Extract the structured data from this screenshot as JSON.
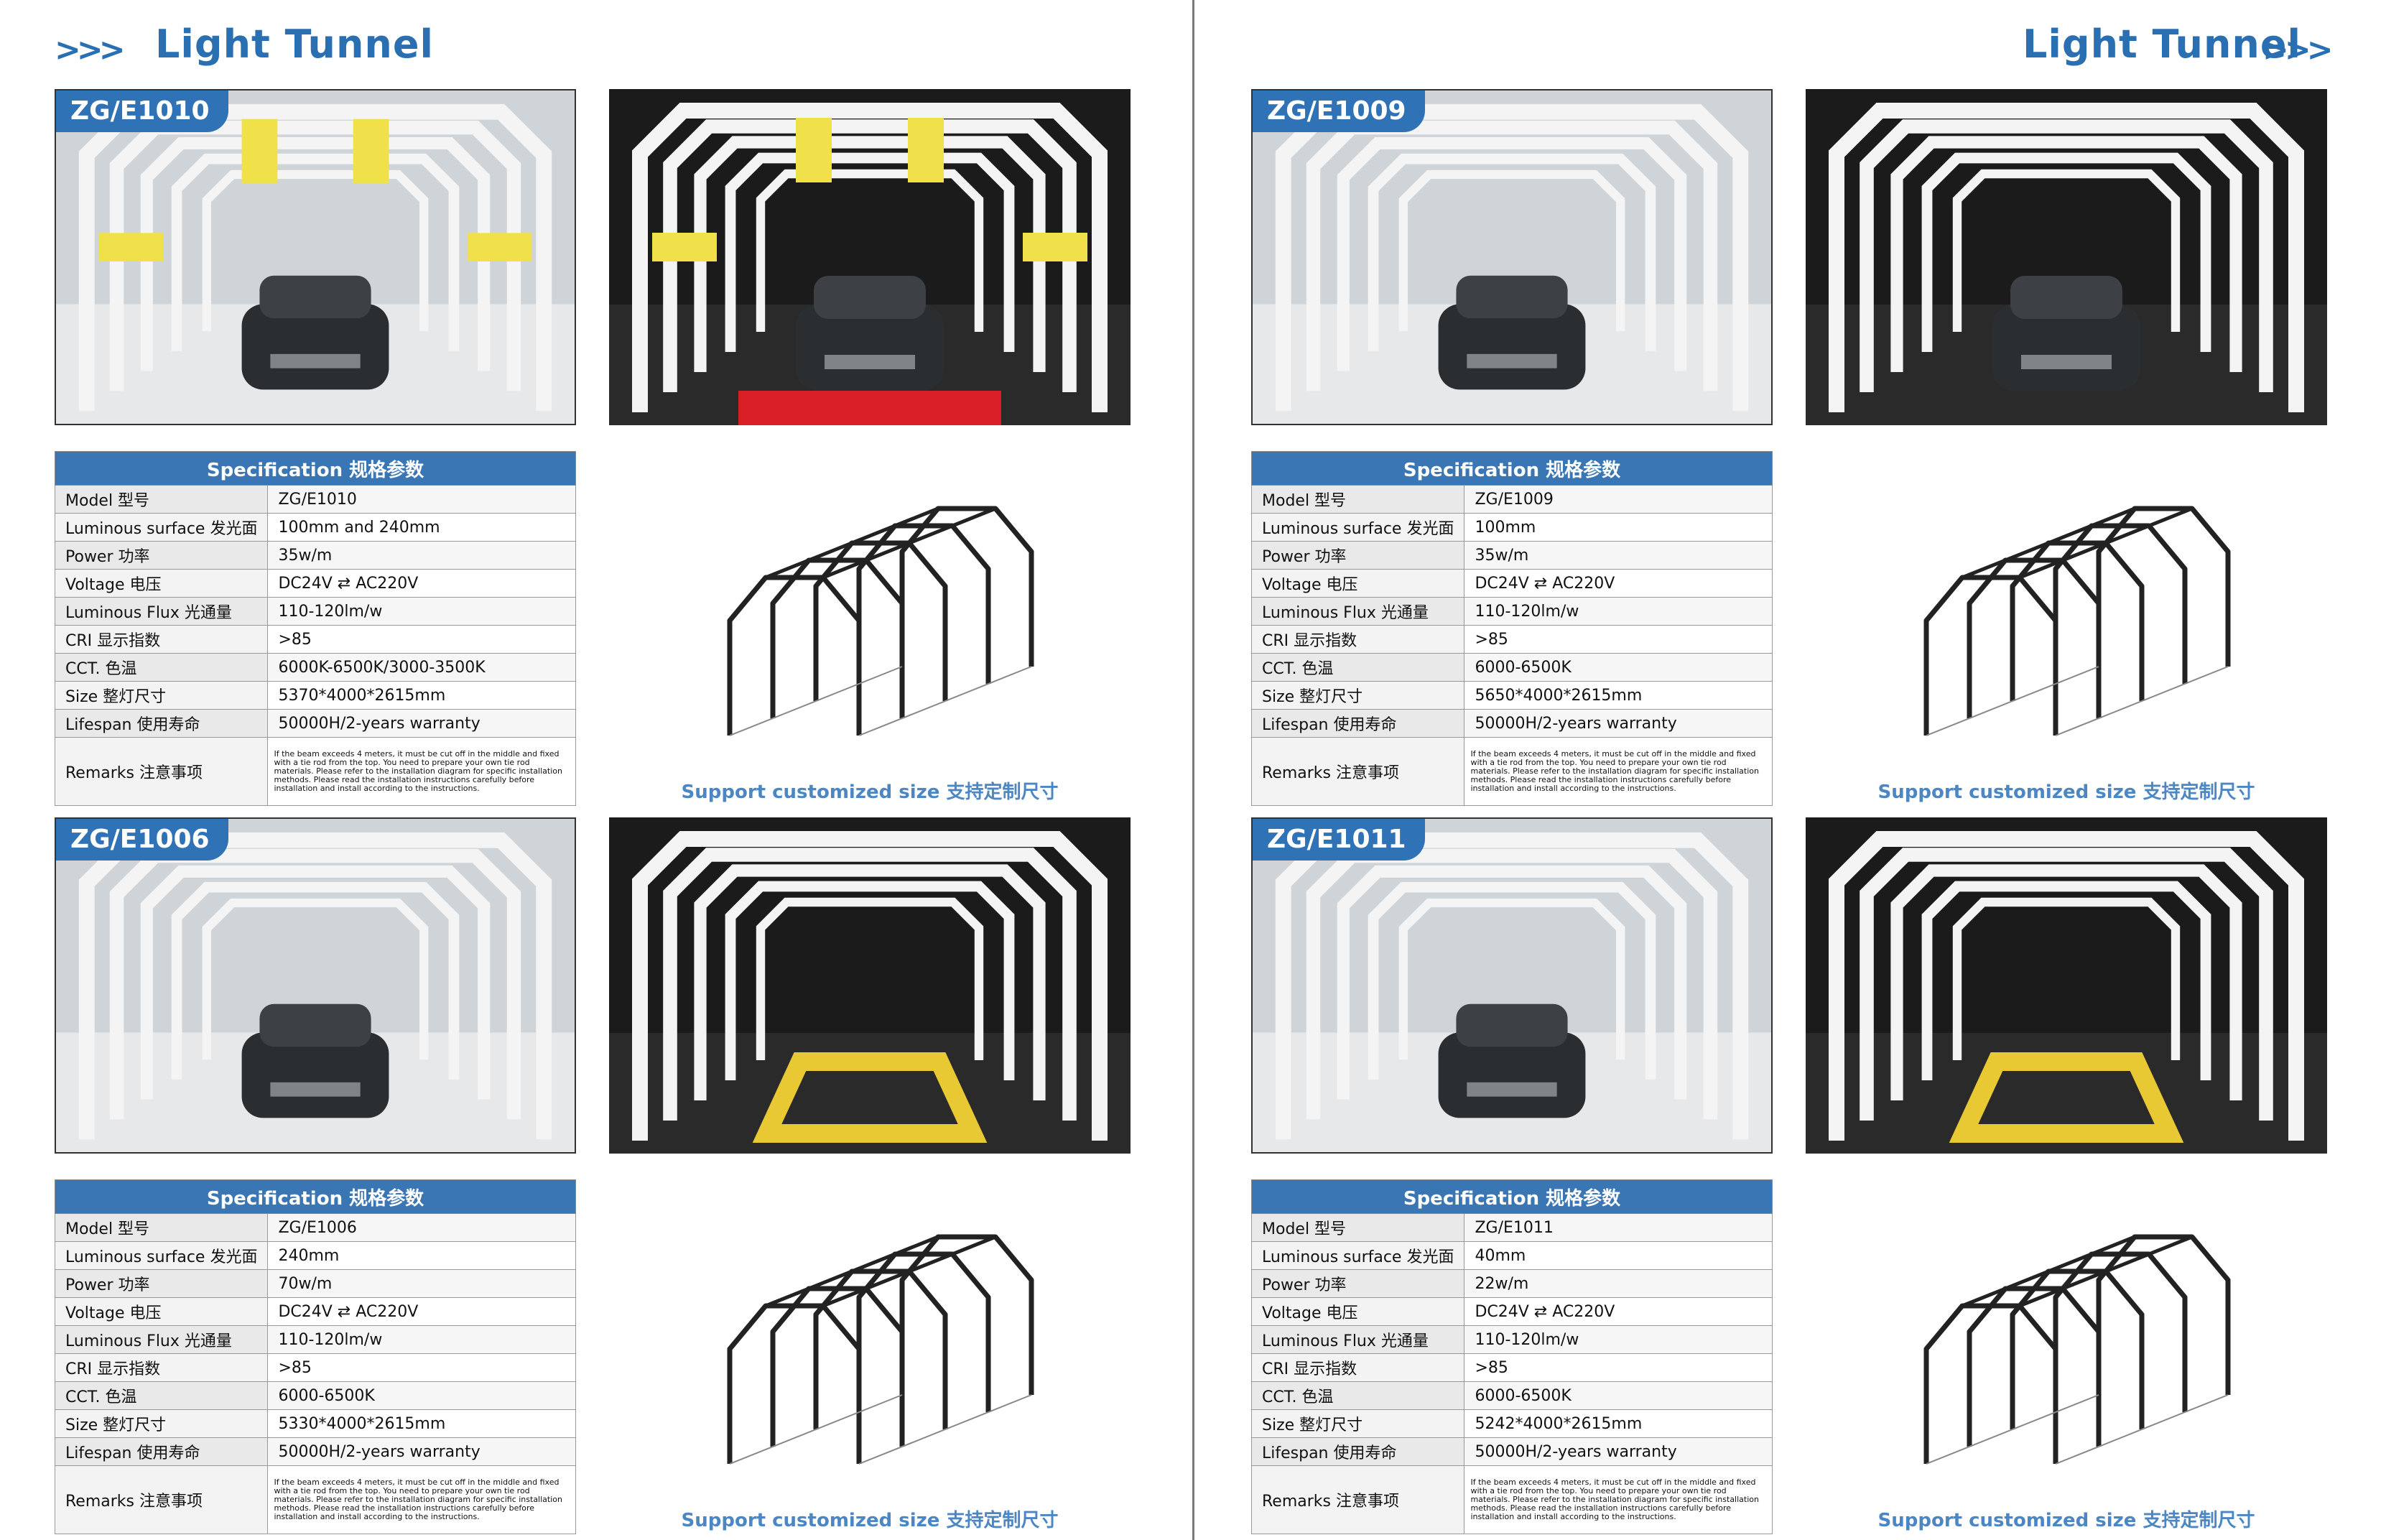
{
  "header": {
    "title_left": "Light Tunnel",
    "title_right": "Light Tunnel",
    "chevrons": ">>>"
  },
  "colors": {
    "accent": "#2f72b5",
    "table_header": "#3b76b4",
    "note": "#4c87c4"
  },
  "spec_header": "Specification 规格参数",
  "support_text": "Support customized size 支持定制尺寸",
  "remark_text": "If the beam exceeds 4 meters, it must be cut off in the middle and fixed with a tie rod from the top. You need to prepare your own tie rod materials. Please refer to the installation diagram for specific installation methods. Please read the installation instructions carefully before installation and install according to the instructions.",
  "labels": {
    "model": "Model 型号",
    "surface": "Luminous surface 发光面",
    "power": "Power 功率",
    "voltage": "Voltage 电压",
    "flux": "Luminous Flux 光通量",
    "cri": "CRI 显示指数",
    "cct": "CCT. 色温",
    "size": "Size 整灯尺寸",
    "lifespan": "Lifespan 使用寿命",
    "remarks": "Remarks 注意事项"
  },
  "products": [
    {
      "model": "ZG/E1010",
      "surface": "100mm and 240mm",
      "power": "35w/m",
      "voltage": "DC24V ⇄ AC220V",
      "flux": "110-120lm/w",
      "cri": ">85",
      "cct": "6000K-6500K/3000-3500K",
      "size": "5370*4000*2615mm",
      "lifespan": "50000H/2-years warranty"
    },
    {
      "model": "ZG/E1009",
      "surface": "100mm",
      "power": "35w/m",
      "voltage": "DC24V ⇄ AC220V",
      "flux": "110-120lm/w",
      "cri": ">85",
      "cct": "6000-6500K",
      "size": "5650*4000*2615mm",
      "lifespan": "50000H/2-years warranty"
    },
    {
      "model": "ZG/E1006",
      "surface": "240mm",
      "power": "70w/m",
      "voltage": "DC24V ⇄ AC220V",
      "flux": "110-120lm/w",
      "cri": ">85",
      "cct": "6000-6500K",
      "size": "5330*4000*2615mm",
      "lifespan": "50000H/2-years warranty"
    },
    {
      "model": "ZG/E1011",
      "surface": "40mm",
      "power": "22w/m",
      "voltage": "DC24V ⇄ AC220V",
      "flux": "110-120lm/w",
      "cri": ">85",
      "cct": "6000-6500K",
      "size": "5242*4000*2615mm",
      "lifespan": "50000H/2-years warranty"
    }
  ]
}
